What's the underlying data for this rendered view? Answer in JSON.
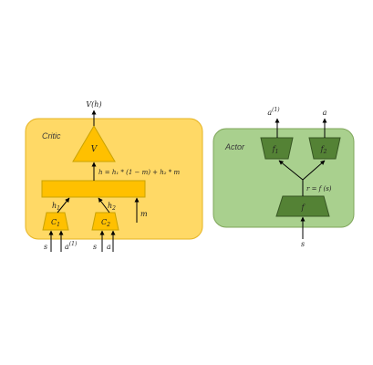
{
  "colors": {
    "critic_fill": "#FFD966",
    "critic_stroke": "#E6B422",
    "critic_node_fill": "#FFC000",
    "critic_node_stroke": "#C9A200",
    "actor_fill": "#A9D08E",
    "actor_stroke": "#7FA65A",
    "actor_node_fill": "#548235",
    "actor_node_stroke": "#375623",
    "arrow": "#000000"
  },
  "critic": {
    "title": "Critic",
    "output_label": "V(h)",
    "v_label": "V",
    "h_equation": "h = h₁ * (1 − m) + h₂ * m",
    "h1_label": "h",
    "h1_sub": "1",
    "h2_label": "h",
    "h2_sub": "2",
    "m_label": "m",
    "c1_label": "C",
    "c1_sub": "1",
    "c2_label": "C",
    "c2_sub": "2",
    "input_s1": "s",
    "input_a1": "a",
    "input_a1_sup": "(1)",
    "input_s2": "s",
    "input_a2": "a"
  },
  "actor": {
    "title": "Actor",
    "output_a1": "a",
    "output_a1_sup": "(1)",
    "output_a": "a",
    "f1_label": "f",
    "f1_sub": "1",
    "f2_label": "f",
    "f2_sub": "2",
    "r_equation": "r = f (s)",
    "f_label": "f",
    "input_s": "s"
  }
}
